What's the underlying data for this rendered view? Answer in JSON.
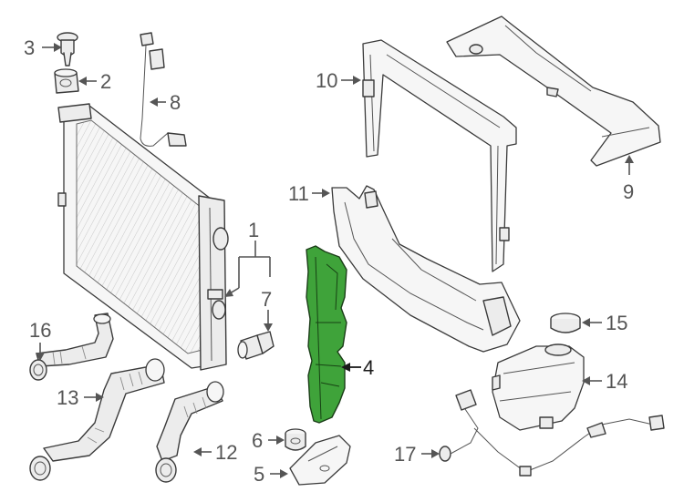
{
  "diagram": {
    "callouts": [
      {
        "id": "1",
        "label": "1"
      },
      {
        "id": "2",
        "label": "2"
      },
      {
        "id": "3",
        "label": "3"
      },
      {
        "id": "4",
        "label": "4"
      },
      {
        "id": "5",
        "label": "5"
      },
      {
        "id": "6",
        "label": "6"
      },
      {
        "id": "7",
        "label": "7"
      },
      {
        "id": "8",
        "label": "8"
      },
      {
        "id": "9",
        "label": "9"
      },
      {
        "id": "10",
        "label": "10"
      },
      {
        "id": "11",
        "label": "11"
      },
      {
        "id": "12",
        "label": "12"
      },
      {
        "id": "13",
        "label": "13"
      },
      {
        "id": "14",
        "label": "14"
      },
      {
        "id": "15",
        "label": "15"
      },
      {
        "id": "16",
        "label": "16"
      },
      {
        "id": "17",
        "label": "17"
      }
    ],
    "highlighted_part": "4",
    "colors": {
      "highlight": "#3fa33a",
      "line": "#3a3a3a",
      "label": "#555555",
      "label_highlight": "#1a1a1a"
    }
  }
}
